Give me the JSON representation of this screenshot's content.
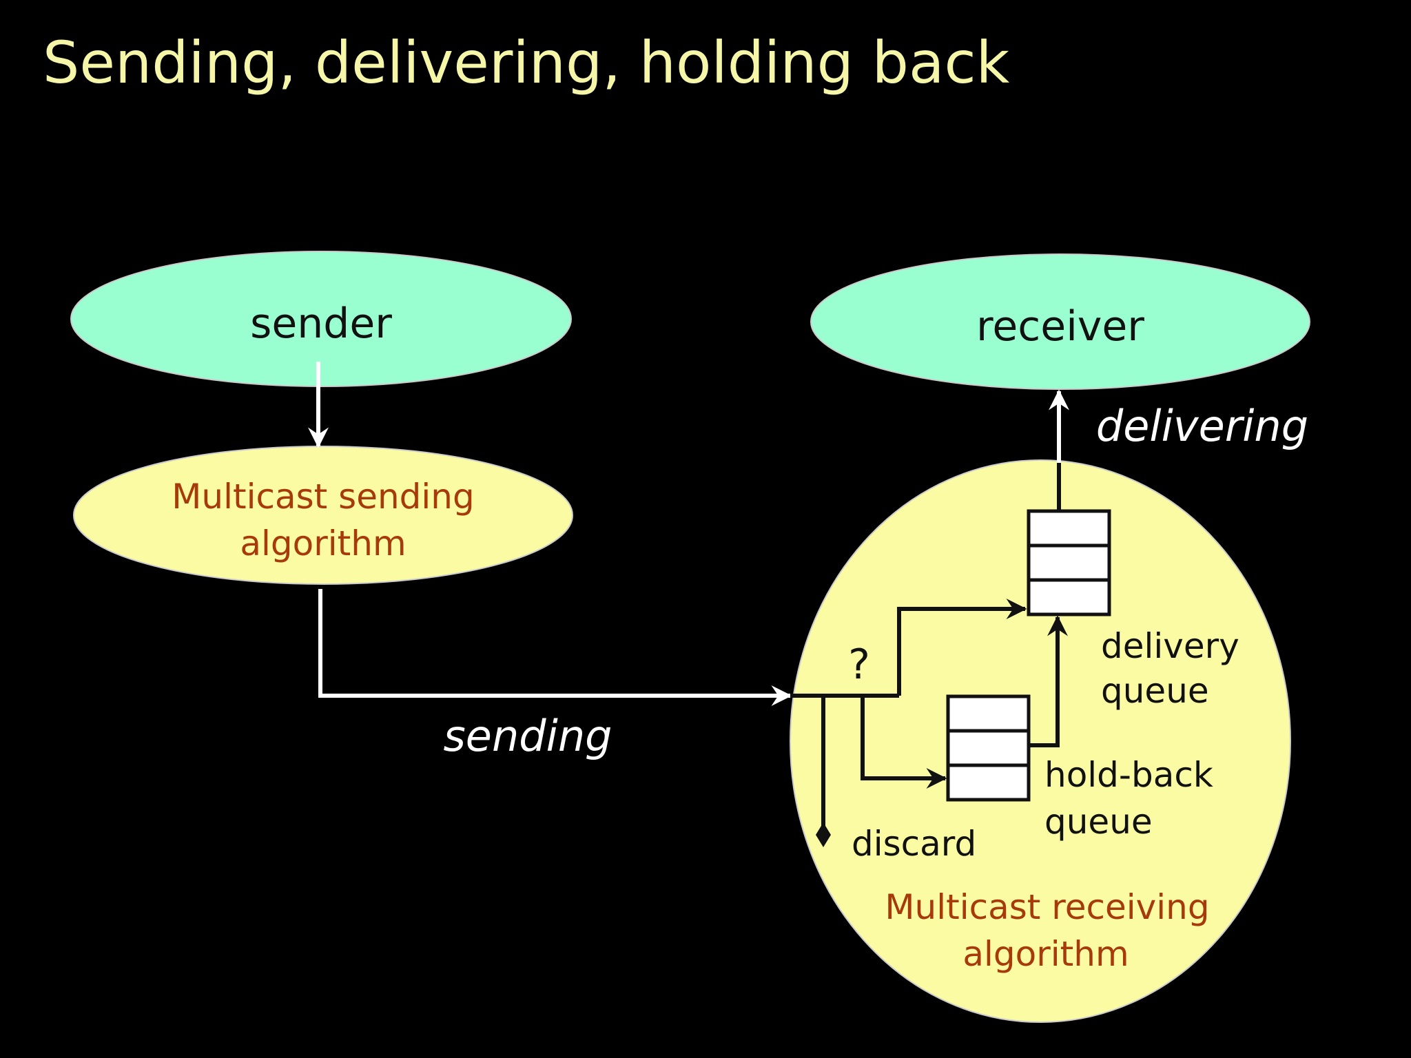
{
  "slide": {
    "title": "Sending, delivering, holding back"
  },
  "nodes": {
    "sender": {
      "label": "sender"
    },
    "receiver": {
      "label": "receiver"
    },
    "sending_algorithm": {
      "line1": "Multicast sending",
      "line2": "algorithm"
    },
    "receiving_algorithm": {
      "line1": "Multicast receiving",
      "line2": "algorithm"
    }
  },
  "edges": {
    "sending": "sending",
    "delivering": "delivering",
    "decision": "?",
    "discard": "discard"
  },
  "queues": {
    "delivery": {
      "line1": "delivery",
      "line2": "queue"
    },
    "holdback": {
      "line1": "hold-back",
      "line2": "queue"
    }
  },
  "colors": {
    "background": "#000000",
    "title": "#f6f6a8",
    "process_fill": "#9affd0",
    "algorithm_fill": "#fbfba4",
    "algorithm_text": "#a63a0a",
    "node_text": "#111111",
    "arrow_white": "#ffffff",
    "arrow_dark": "#111111"
  }
}
